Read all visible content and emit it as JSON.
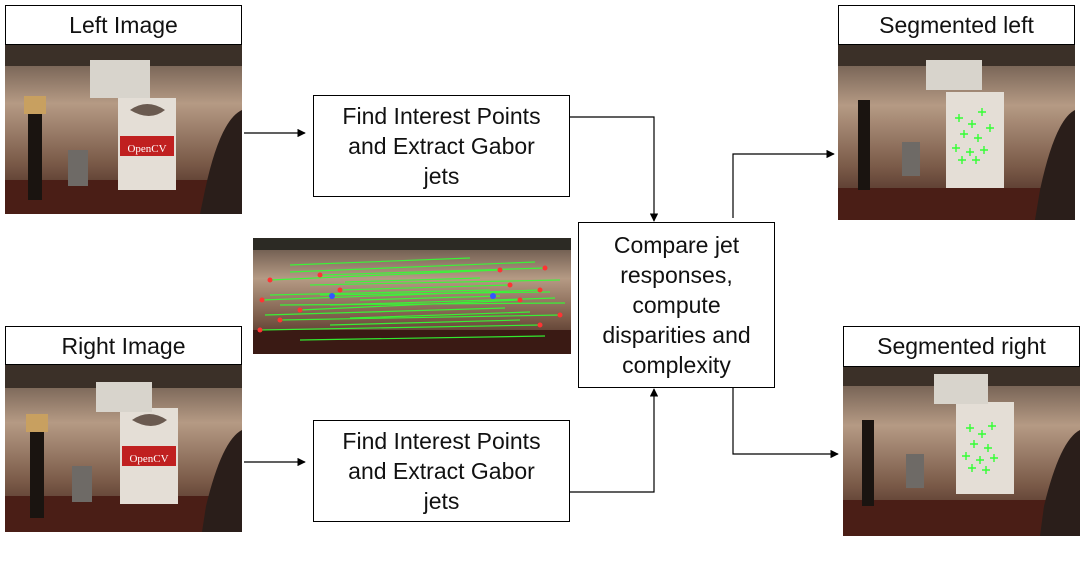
{
  "labels": {
    "left_image": "Left Image",
    "right_image": "Right Image",
    "segmented_left": "Segmented left",
    "segmented_right": "Segmented right"
  },
  "process": {
    "find_top": "Find Interest Points\nand Extract Gabor\njets",
    "find_bottom": "Find Interest Points\nand Extract Gabor\njets",
    "compare": "Compare jet\nresponses,\ncompute\ndisparities and\ncomplexity"
  },
  "photo_text": {
    "book_title": "OpenCV"
  },
  "colors": {
    "match_lines": "#33ff33",
    "interest_points": "#ff3333",
    "arrow": "#000000"
  }
}
